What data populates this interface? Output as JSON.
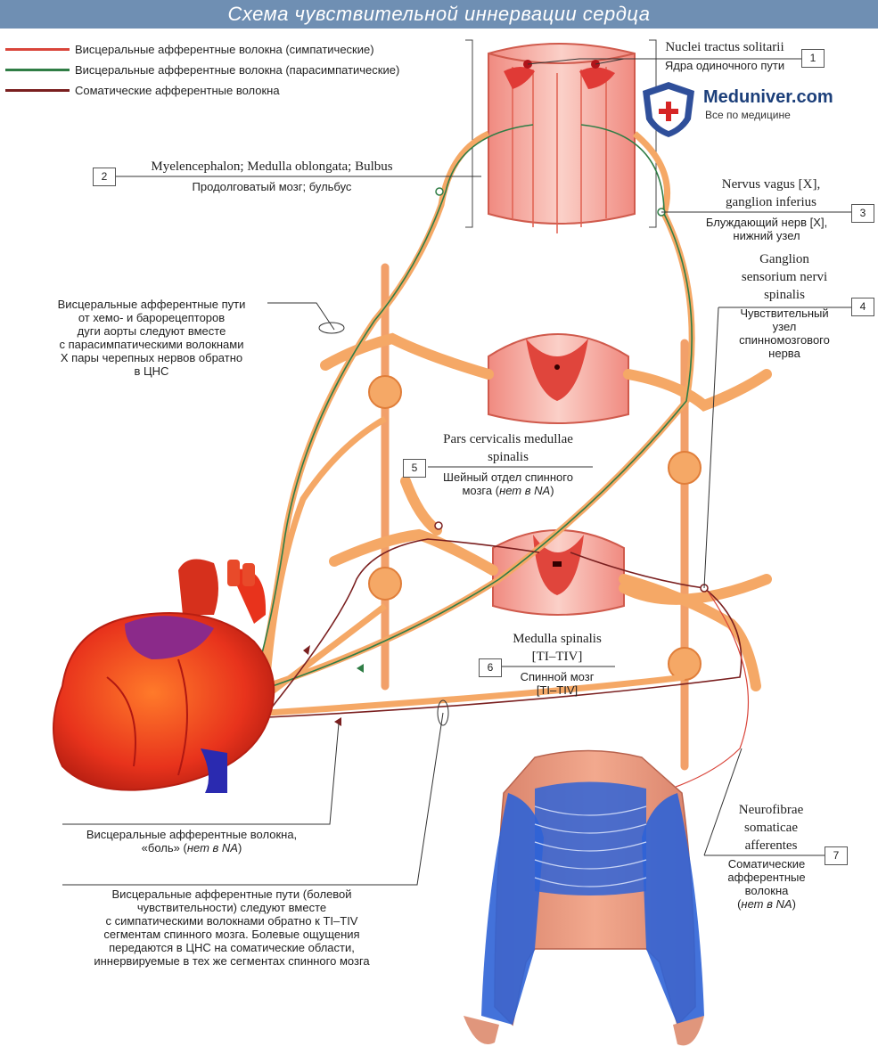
{
  "title": "Схема чувствительной иннервации сердца",
  "legend": [
    {
      "label": "Висцеральные афферентные волокна (симпатические)",
      "color": "#d9453a"
    },
    {
      "label": "Висцеральные афферентные волокна (парасимпатические)",
      "color": "#2f7d45"
    },
    {
      "label": "Соматические афферентные волокна",
      "color": "#7a1f1f"
    }
  ],
  "logo": {
    "name": "Meduniver.com",
    "tagline": "Все по медицине"
  },
  "labels": {
    "l1": {
      "num": "1",
      "latin": "Nuclei tractus solitarii",
      "ru": "Ядра одиночного пути"
    },
    "l2": {
      "num": "2",
      "latin": "Myelencephalon; Medulla oblongata; Bulbus",
      "ru": "Продолговатый мозг; бульбус"
    },
    "l3": {
      "num": "3",
      "latin1": "Nervus vagus [X],",
      "latin2": "ganglion inferius",
      "ru1": "Блуждающий нерв [X],",
      "ru2": "нижний узел"
    },
    "l4": {
      "num": "4",
      "latin1": "Ganglion",
      "latin2": "sensorium nervi",
      "latin3": "spinalis",
      "ru1": "Чувствительный",
      "ru2": "узел",
      "ru3": "спинномозгового",
      "ru4": "нерва"
    },
    "l5": {
      "num": "5",
      "latin1": "Pars cervicalis medullae",
      "latin2": "spinalis",
      "ru1": "Шейный отдел спинного",
      "ru2": "мозга (",
      "ru_italic": "нет в NA",
      "ru3": ")"
    },
    "l6": {
      "num": "6",
      "latin1": "Medulla spinalis",
      "latin2": "[TI–TIV]",
      "ru1": "Спинной мозг",
      "ru2": "[TI–TIV]"
    },
    "l7": {
      "num": "7",
      "latin1": "Neurofibrae",
      "latin2": "somaticae",
      "latin3": "afferentes",
      "ru1": "Соматические",
      "ru2": "афферентные",
      "ru3": "волокна",
      "ru4a": "(",
      "ru_italic": "нет в NA",
      "ru4b": ")"
    },
    "vagal_path": [
      "Висцеральные афферентные пути",
      "от хемо- и барорецепторов",
      "дуги аорты следуют вместе",
      "с парасимпатическими волокнами",
      "X пары черепных нервов обратно",
      "в ЦНС"
    ],
    "pain_fibers": {
      "line1": "Висцеральные афферентные волокна,",
      "line2a": "«боль» (",
      "italic": "нет в NA",
      "line2b": ")"
    },
    "pain_path": [
      "Висцеральные афферентные пути (болевой",
      "чувствительности) следуют вместе",
      "с симпатическими волокнами обратно к TI–TIV",
      "сегментам спинного мозга. Болевые ощущения",
      "передаются в ЦНС на соматические области,",
      "иннервируемые в тех же сегментах спинного мозга"
    ]
  }
}
